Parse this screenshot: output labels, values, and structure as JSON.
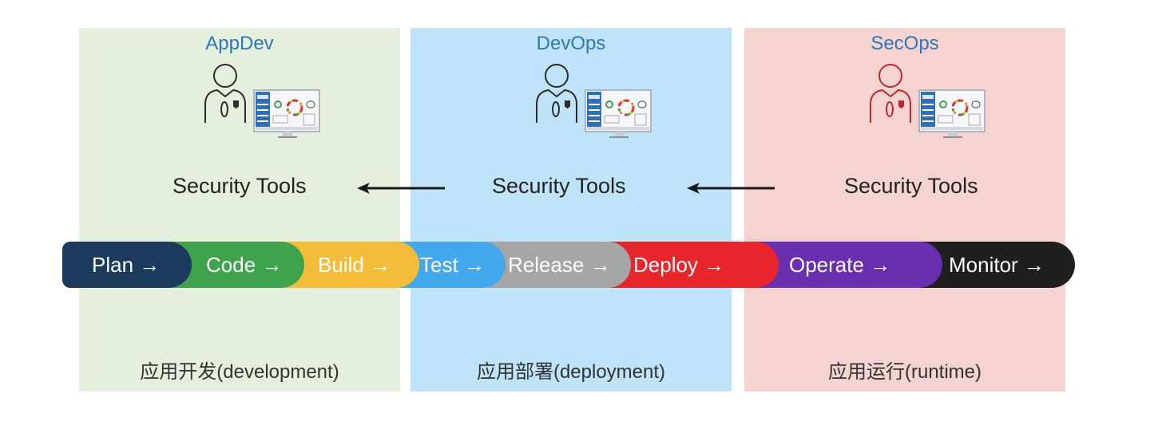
{
  "panels": [
    {
      "id": "appdev",
      "title": "AppDev",
      "tools_label": "Security Tools",
      "phase_label": "应用开发(development)",
      "persona_color": "#2b2b2b",
      "background": "#e4f0dd"
    },
    {
      "id": "devops",
      "title": "DevOps",
      "tools_label": "Security Tools",
      "phase_label": "应用部署(deployment)",
      "persona_color": "#2b2b2b",
      "background": "#bfe3f8"
    },
    {
      "id": "secops",
      "title": "SecOps",
      "tools_label": "Security Tools",
      "phase_label": "应用运行(runtime)",
      "persona_color": "#c0272d",
      "background": "#f4d3d1"
    }
  ],
  "flow_arrows": [
    {
      "from": "devops",
      "to": "appdev",
      "direction": "left"
    },
    {
      "from": "secops",
      "to": "devops",
      "direction": "left"
    }
  ],
  "pipeline": [
    {
      "label": "Plan →",
      "color": "#1c3a5c"
    },
    {
      "label": "Code →",
      "color": "#3fa34d"
    },
    {
      "label": "Build →",
      "color": "#f3bd3a"
    },
    {
      "label": "Test →",
      "color": "#44a9ec"
    },
    {
      "label": "Release →",
      "color": "#a6a6a6"
    },
    {
      "label": "Deploy →",
      "color": "#e8262b"
    },
    {
      "label": "Operate →",
      "color": "#6a2fb0"
    },
    {
      "label": "Monitor →",
      "color": "#1f1f1f"
    }
  ],
  "colors": {
    "title_text": "#2f78b8",
    "monitor_sidebar": "#2f6fb8"
  }
}
